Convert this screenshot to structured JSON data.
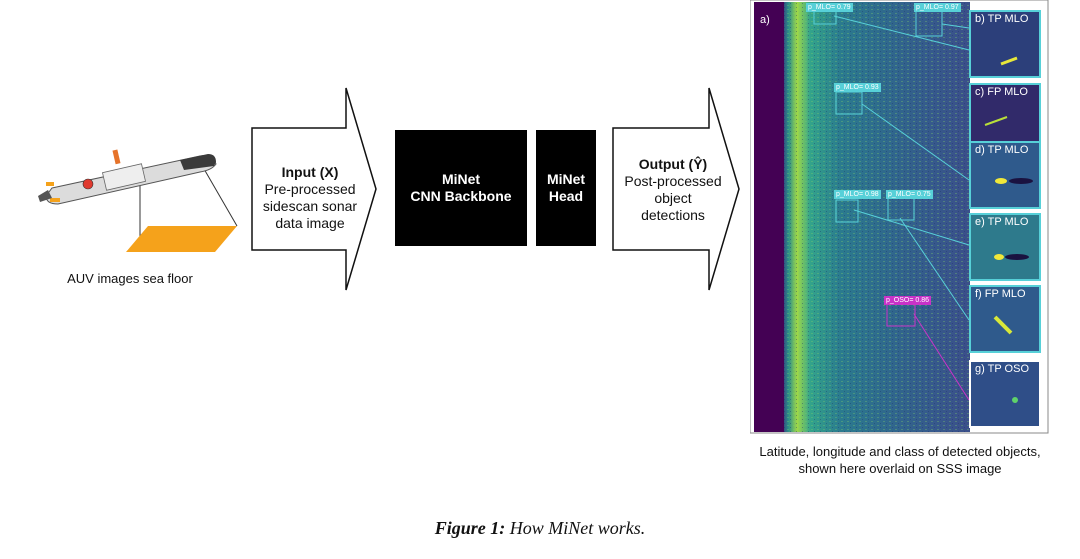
{
  "auv": {
    "caption": "AUV images sea floor"
  },
  "input_arrow": {
    "title": "Input (X)",
    "lines": [
      "Pre-processed",
      "sidescan sonar",
      "data image"
    ]
  },
  "backbone": {
    "line1": "MiNet",
    "line2": "CNN Backbone"
  },
  "head": {
    "line1": "MiNet",
    "line2": "Head"
  },
  "output_arrow": {
    "title": "Output (Ŷ)",
    "lines": [
      "Post-processed",
      "object",
      "detections"
    ]
  },
  "sonar_panel": {
    "main_label": "a)",
    "detections": [
      {
        "label": "p_MLO= 0.79",
        "color": "#57d0d8"
      },
      {
        "label": "p_MLO= 0.97",
        "color": "#57d0d8"
      },
      {
        "label": "p_MLO= 0.93",
        "color": "#57d0d8"
      },
      {
        "label": "p_MLO= 0.98",
        "color": "#57d0d8"
      },
      {
        "label": "p_MLO= 0.75",
        "color": "#57d0d8"
      },
      {
        "label": "p_OSO= 0.86",
        "color": "#c832c8"
      }
    ],
    "insets": [
      {
        "label": "b) TP MLO"
      },
      {
        "label": "c) FP MLO"
      },
      {
        "label": "d) TP MLO"
      },
      {
        "label": "e) TP MLO"
      },
      {
        "label": "f) FP MLO"
      },
      {
        "label": "g) TP OSO"
      }
    ]
  },
  "panel_caption": {
    "line1": "Latitude, longitude and class of detected objects,",
    "line2": "shown here overlaid on SSS image"
  },
  "figure_caption": {
    "prefix": "Figure 1:",
    "text": " How MiNet works."
  },
  "colors": {
    "detection_cyan": "#57d0d8",
    "detection_magenta": "#c832c8",
    "footprint_orange": "#f5a21b",
    "box_black": "#000000"
  }
}
